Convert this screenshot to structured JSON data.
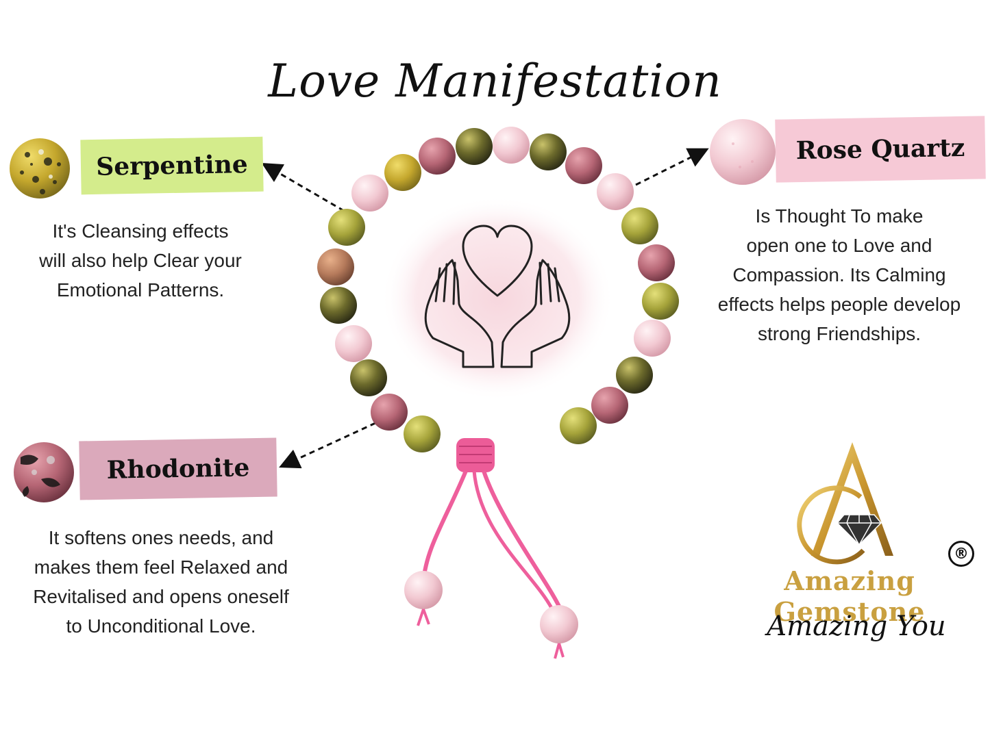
{
  "title": "Love Manifestation",
  "stones": {
    "serpentine": {
      "name": "Serpentine",
      "lines": [
        "It's Cleansing effects",
        "will also help Clear your",
        "Emotional Patterns."
      ],
      "color": "#d4ec8c"
    },
    "rose_quartz": {
      "name": "Rose Quartz",
      "lines": [
        "Is Thought To make",
        "open one to Love and",
        "Compassion. Its Calming",
        "effects helps people develop",
        "strong Friendships."
      ],
      "color": "#f6c9d6"
    },
    "rhodonite": {
      "name": "Rhodonite",
      "lines": [
        "It softens ones needs, and",
        "makes them feel Relaxed and",
        "Revitalised and opens oneself",
        "to Unconditional Love."
      ],
      "color": "#dba9bb"
    }
  },
  "brand": {
    "name": "Amazing Gemstone",
    "tagline": "Amazing You",
    "registered": "®",
    "gold": "#c9a040"
  },
  "icons": {
    "center": "hands-holding-heart-icon",
    "logo": "diamond-icon"
  }
}
